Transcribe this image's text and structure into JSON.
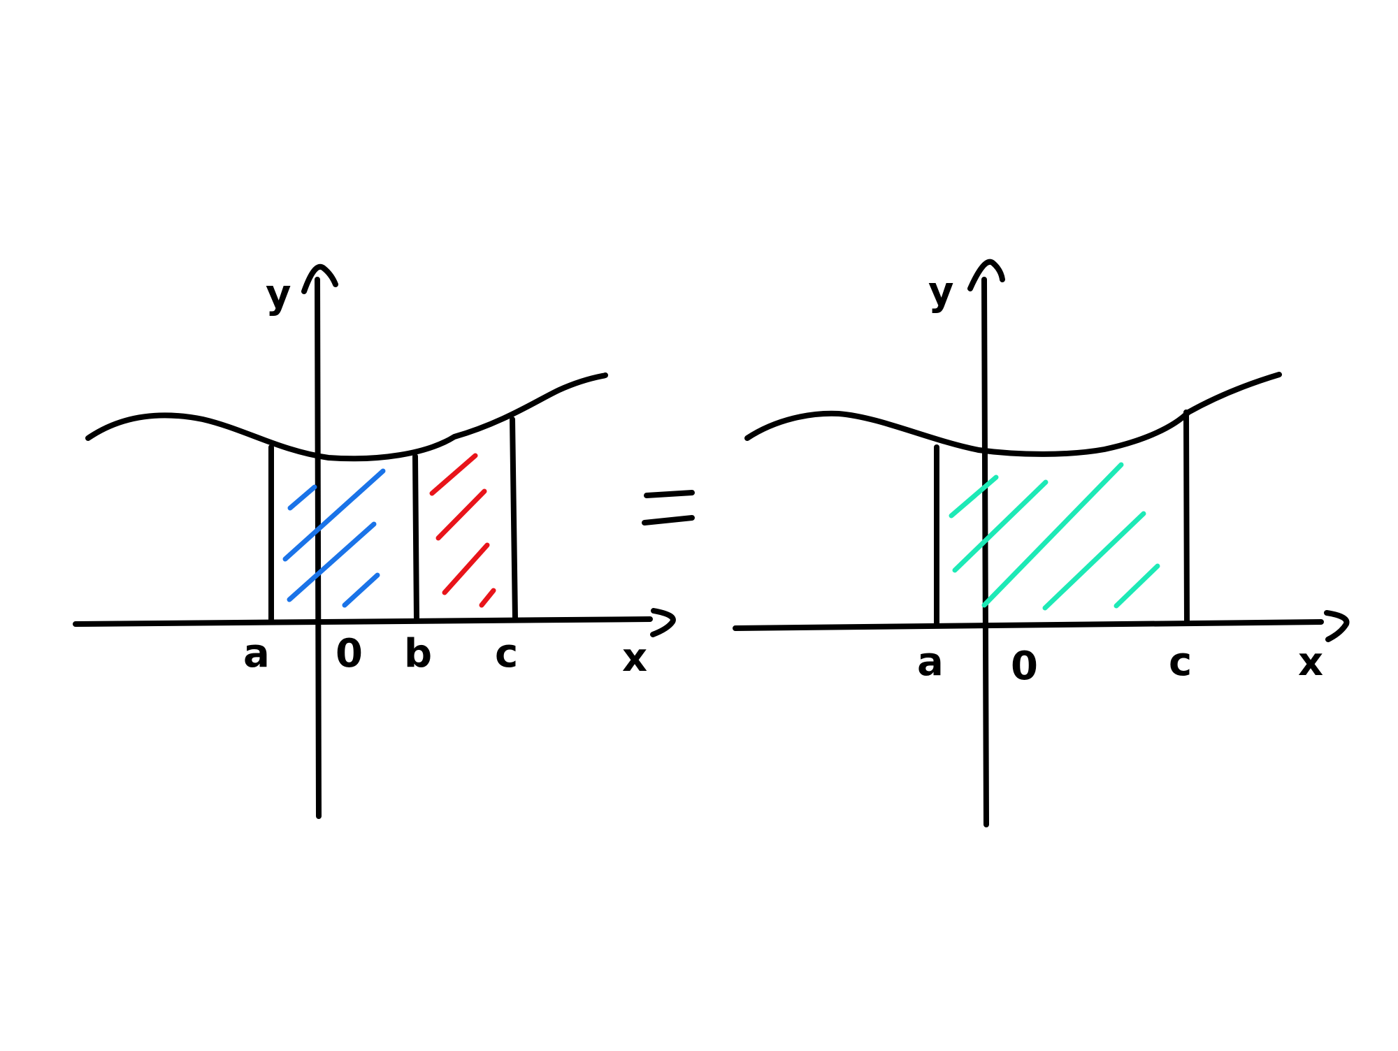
{
  "diagram": {
    "left_panel": {
      "y_axis_label": "y",
      "x_axis_label": "x",
      "tick_labels": [
        "a",
        "0",
        "b",
        "c"
      ],
      "hatch_colors": {
        "interval_a_b": "#1a73e8",
        "interval_b_c": "#e8141a"
      }
    },
    "equals_sign": "=",
    "right_panel": {
      "y_axis_label": "y",
      "x_axis_label": "x",
      "tick_labels": [
        "a",
        "0",
        "c"
      ],
      "hatch_colors": {
        "interval_a_c": "#1de9b6"
      }
    }
  }
}
